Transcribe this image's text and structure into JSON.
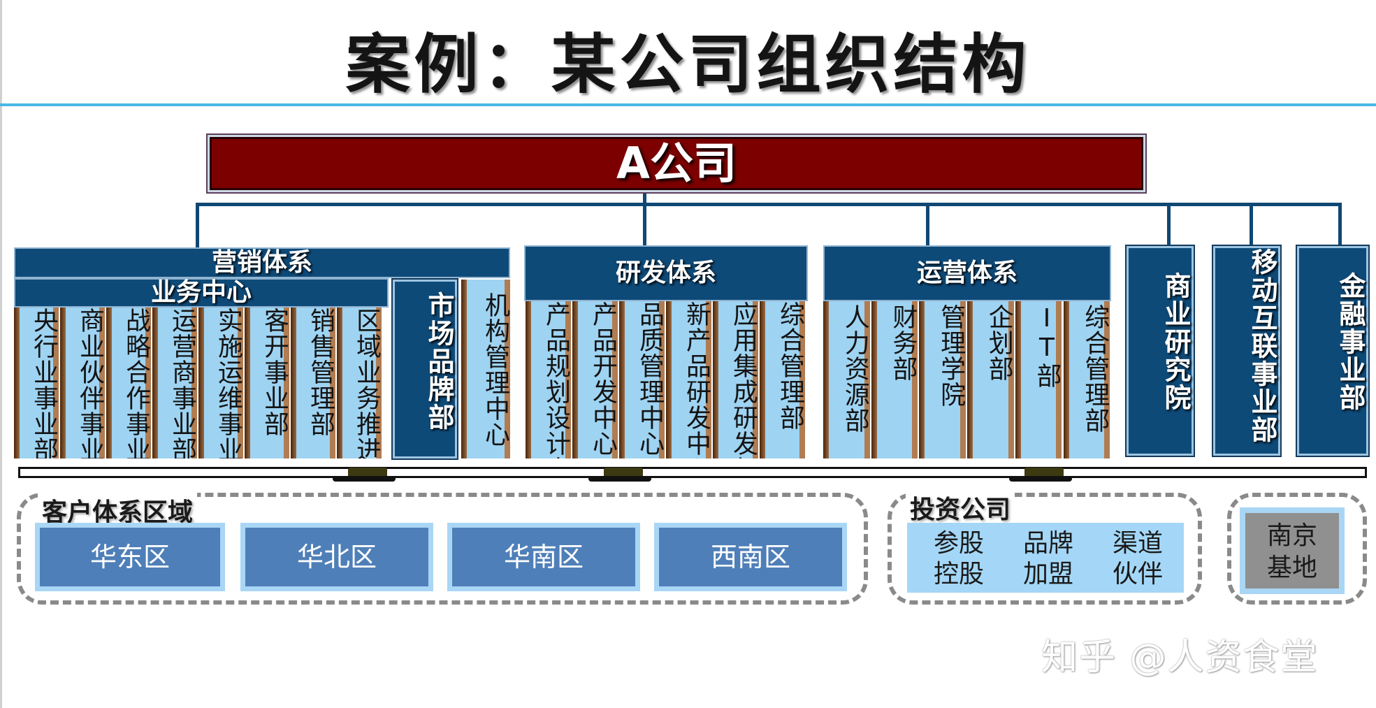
{
  "title": "案例：某公司组织结构",
  "root": {
    "label": "A公司"
  },
  "marketing": {
    "label": "营销体系",
    "business_center": "业务中心",
    "departments": [
      "央行业事业部",
      "商业伙伴事业部",
      "战略合作事业部",
      "运营商事业部",
      "实施运维事业部",
      "客开事业部",
      "销售管理部",
      "区域业务推进部"
    ],
    "brand": "市场品牌部",
    "org_mgmt": "机构管理中心"
  },
  "rnd": {
    "label": "研发体系",
    "departments": [
      "产品规划设计中心",
      "产品开发中心",
      "品质管理中心",
      "新产品研发中心",
      "应用集成研发部",
      "综合管理部"
    ]
  },
  "ops": {
    "label": "运营体系",
    "departments": [
      "人力资源部",
      "财务部",
      "管理学院",
      "企划部",
      "IT部",
      "综合管理部"
    ]
  },
  "standalone": [
    "商业研究院",
    "移动互联事业部",
    "金融事业部"
  ],
  "customer": {
    "label": "客户体系区域",
    "regions": [
      "华东区",
      "华北区",
      "华南区",
      "西南区"
    ]
  },
  "investment": {
    "label": "投资公司",
    "items": [
      {
        "top": "参股",
        "bottom": "控股"
      },
      {
        "top": "品牌",
        "bottom": "加盟"
      },
      {
        "top": "渠道",
        "bottom": "伙伴"
      }
    ]
  },
  "base": {
    "line1": "南京",
    "line2": "基地"
  },
  "watermark": "知乎 @人资食堂",
  "colors": {
    "root_fill": "#7c0000",
    "system_fill": "#0e4a78",
    "dept_face": "#9ed3f2",
    "region_fill": "#4f7fb8",
    "accent_rule": "#4ab7e6"
  }
}
